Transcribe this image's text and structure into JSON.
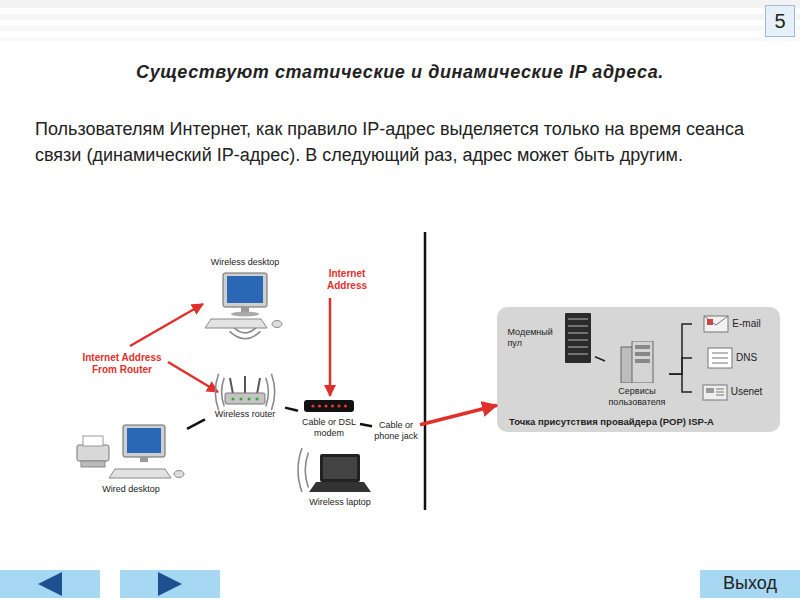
{
  "diagram": {
    "title": "Существуют статические и динамические IP адреса.",
    "nodes": [
      {
        "text": [
          "5"
        ]
      },
      {
        "text": [
          "Wireless desktop"
        ]
      },
      {
        "text": [
          "Wireless router"
        ]
      },
      {
        "text": [
          "Cable or DSL modem"
        ]
      },
      {
        "text": [
          "Cable or phone jack"
        ]
      },
      {
        "text": [
          "Wired desktop"
        ]
      },
      {
        "text": [
          "Wireless laptop"
        ]
      },
      {
        "text": [
          "Точка присутствия провайдера (POP) ISP-A"
        ]
      },
      {
        "text": [
          "Модемный пул"
        ],
        "in": 7
      },
      {
        "text": [
          "Сервисы пользователя"
        ],
        "in": 7
      },
      {
        "text": [
          "E-mail"
        ],
        "in": 7
      },
      {
        "text": [
          "DNS"
        ],
        "in": 7
      },
      {
        "text": [
          "Usenet"
        ],
        "in": 7
      },
      {
        "text": [
          "Выход"
        ]
      }
    ],
    "edges": [
      {
        "from": 5,
        "to": 2,
        "arrow": "none"
      },
      {
        "from": 2,
        "to": 3,
        "arrow": "none"
      },
      {
        "from": 3,
        "to": 4,
        "arrow": "none"
      },
      {
        "from": 4,
        "to": 7,
        "arrow": "to"
      },
      {
        "from": 8,
        "to": 9,
        "arrow": "none"
      },
      {
        "from": 9,
        "to": 10,
        "arrow": "none"
      },
      {
        "from": 9,
        "to": 11,
        "arrow": "none"
      },
      {
        "from": 9,
        "to": 12,
        "arrow": "none"
      }
    ],
    "labels": [
      "Пользователям Интернет, как правило IP-адрес выделяется только на время сеанса связи (динамический IP-адрес). В следующий раз, адрес может быть другим.",
      "Internet Address",
      "Internet Address From Router"
    ]
  }
}
